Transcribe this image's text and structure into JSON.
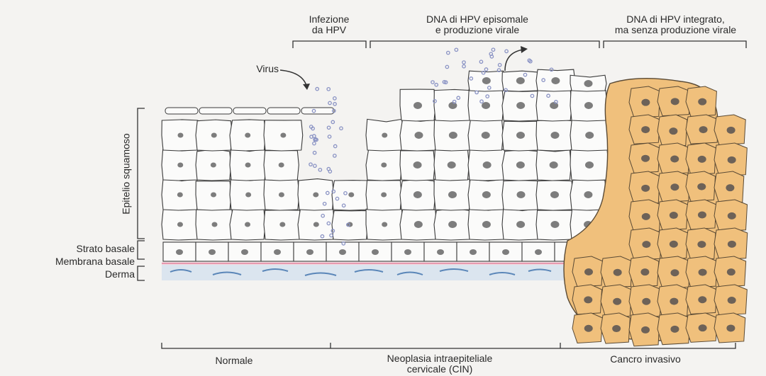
{
  "top_labels": {
    "infection_line1": "Infezione",
    "infection_line2": "da HPV",
    "episomal_line1": "DNA di HPV episomale",
    "episomal_line2": "e produzione virale",
    "integrated_line1": "DNA di HPV integrato,",
    "integrated_line2": "ma senza produzione virale"
  },
  "virus_label": "Virus",
  "side_labels": {
    "squamous_epithelium": "Epitelio squamoso",
    "basal_layer": "Strato basale",
    "basal_membrane": "Membrana basale",
    "dermis": "Derma"
  },
  "bottom_labels": {
    "normal": "Normale",
    "cin_line1": "Neoplasia intraepiteliale",
    "cin_line2": "cervicale (CIN)",
    "invasive_cancer": "Cancro invasivo"
  },
  "colors": {
    "cell_fill": "#fbfbfa",
    "cell_stroke": "#3a3a3a",
    "nucleus": "#7d7d7d",
    "cancer_fill": "#f0c07c",
    "cancer_stroke": "#5a4a35",
    "membrane": "#e79ab0",
    "dermis": "#d9e4ef",
    "dermis_stroke": "#5a86b8",
    "virus": "#8a93c4"
  }
}
